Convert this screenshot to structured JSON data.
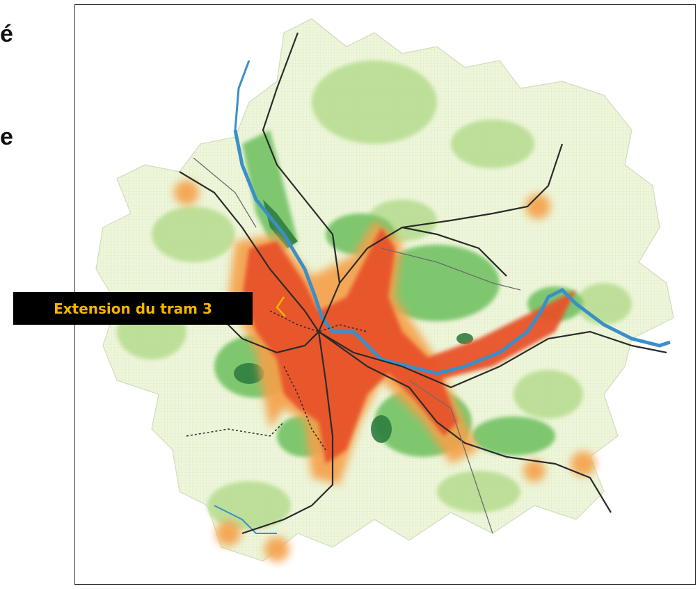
{
  "left_margin_fragments": [
    "é",
    "e"
  ],
  "map": {
    "annotation_label": "Extension du tram 3",
    "colors": {
      "urban_dense": "#e8522a",
      "urban_edge": "#f5a04a",
      "green_area": "#79c56a",
      "dark_green": "#2f7d40",
      "light_green": "#d8ecb4",
      "river": "#3a8fc9",
      "rail": "#2a2a2a",
      "label_bg": "#000000",
      "label_text": "#f6b400"
    }
  }
}
